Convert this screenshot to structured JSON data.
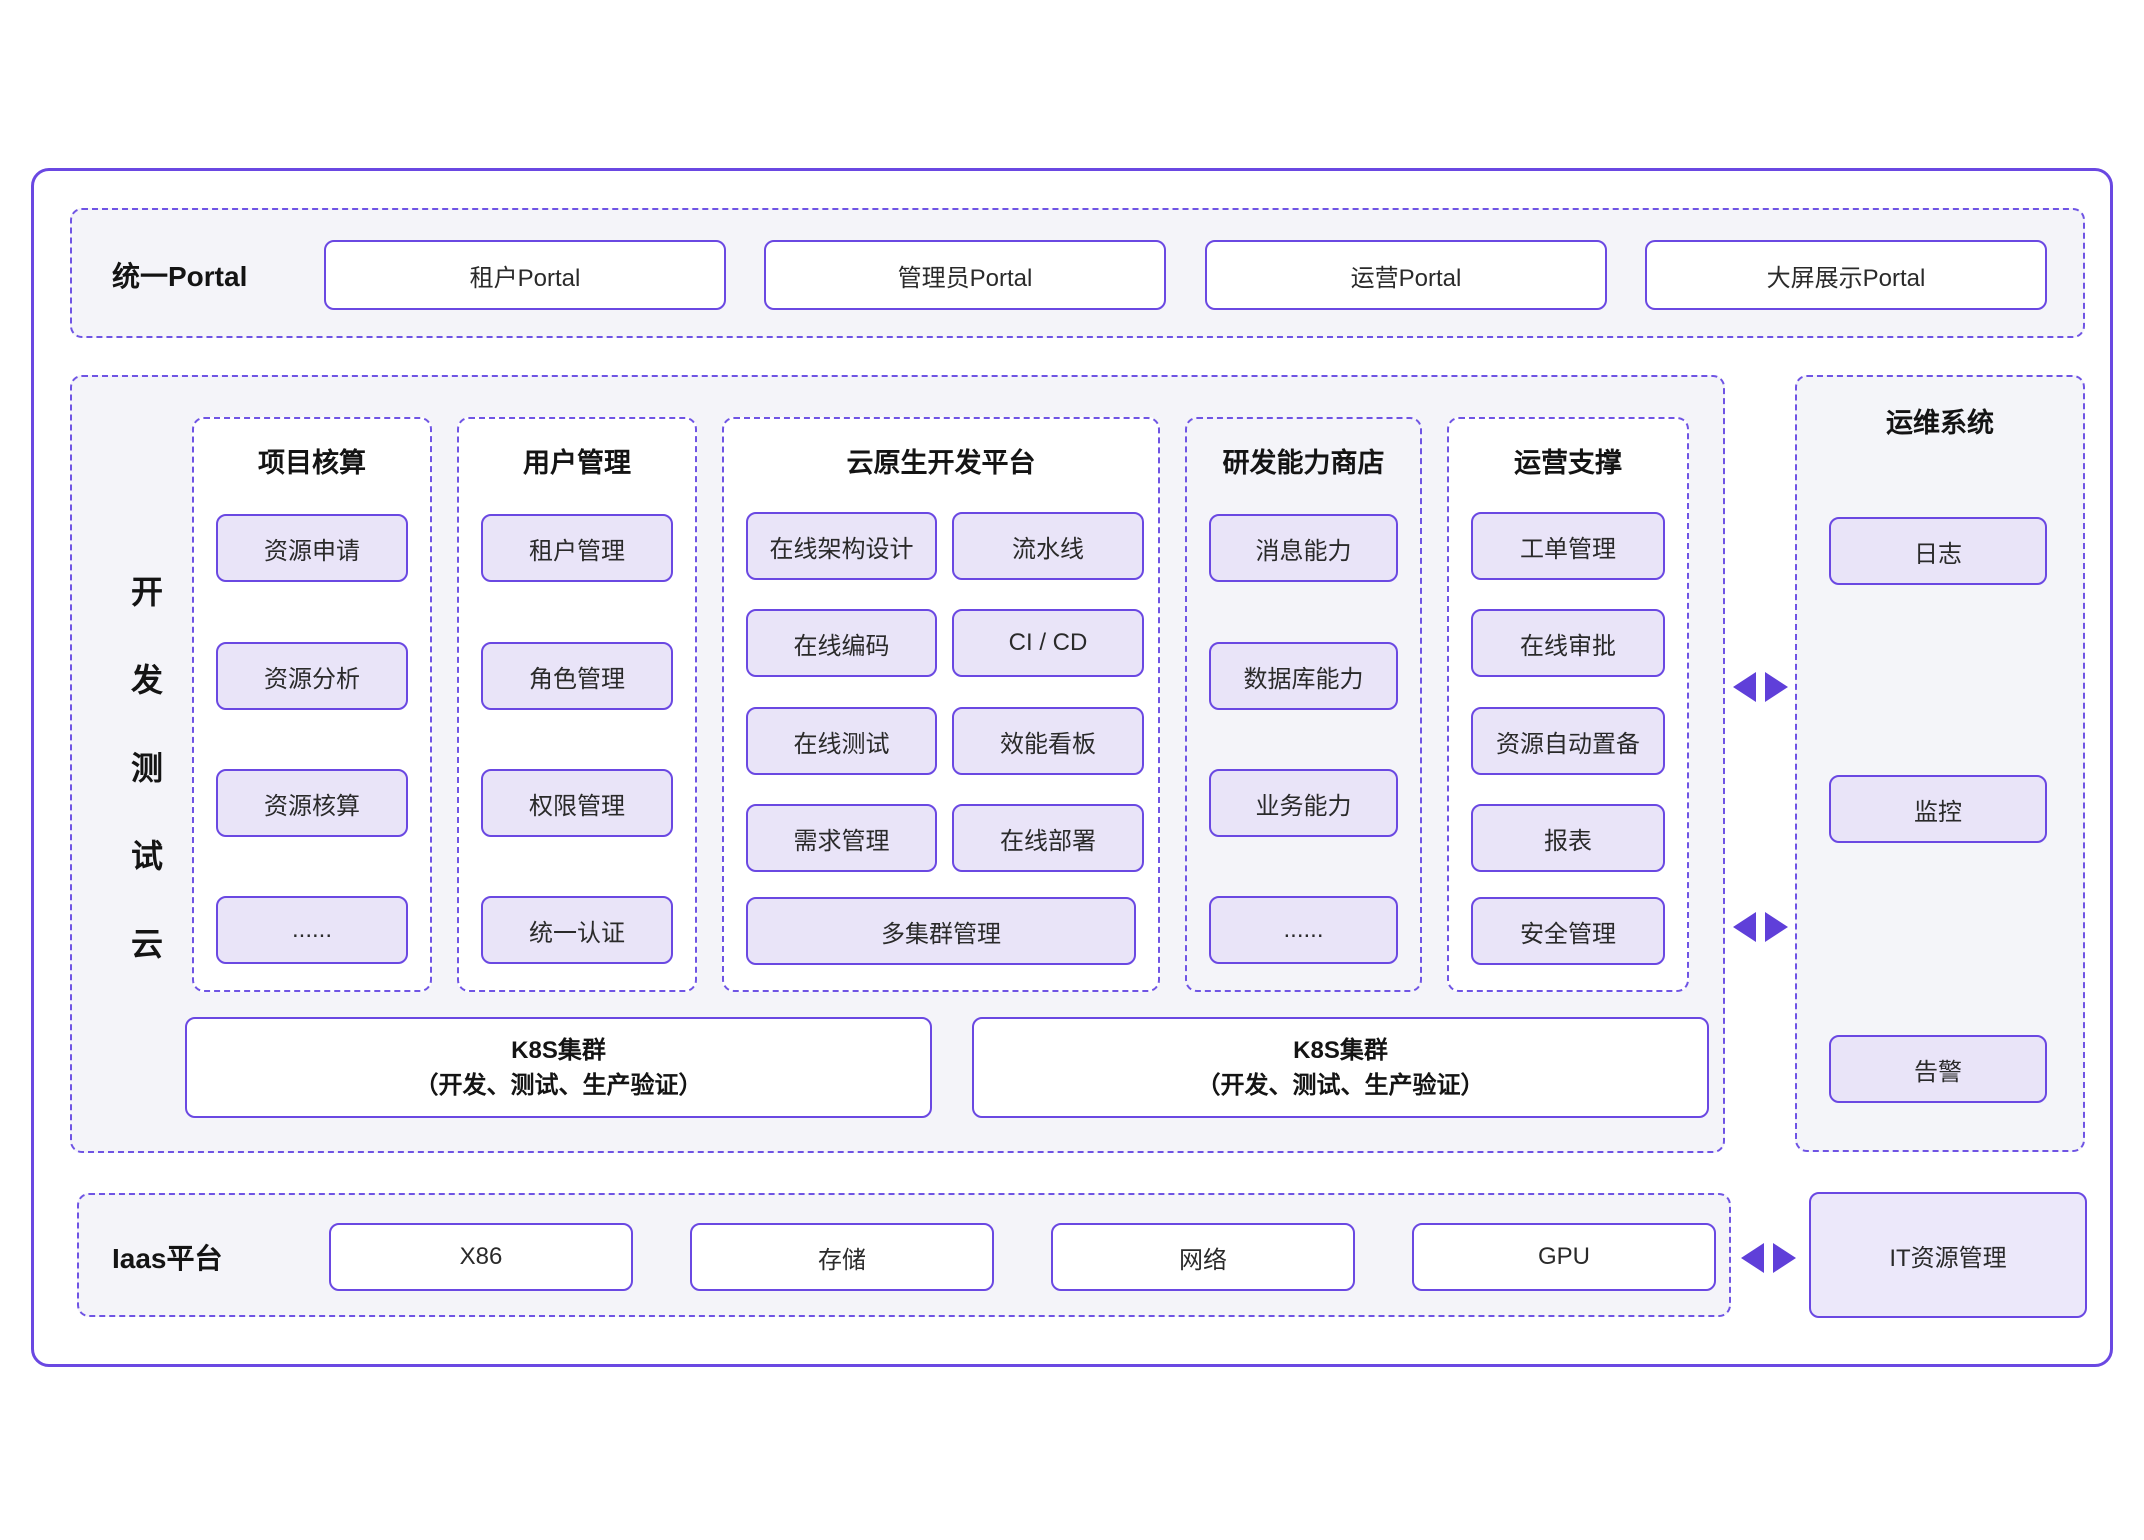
{
  "colors": {
    "accent": "#6A48E2",
    "arrow": "#5F3FD9",
    "item_fill": "#E9E4F8",
    "it_box_fill": "#ECE8FA",
    "section_fill": "#F4F4F9"
  },
  "portal": {
    "label": "统一Portal",
    "items": [
      "租户Portal",
      "管理员Portal",
      "运营Portal",
      "大屏展示Portal"
    ]
  },
  "dev_cloud": {
    "label": "开发测试云",
    "label_chars": [
      "开",
      "发",
      "测",
      "试",
      "云"
    ],
    "columns": [
      {
        "title": "项目核算",
        "items": [
          "资源申请",
          "资源分析",
          "资源核算",
          "......"
        ]
      },
      {
        "title": "用户管理",
        "items": [
          "租户管理",
          "角色管理",
          "权限管理",
          "统一认证"
        ]
      },
      {
        "title": "云原生开发平台",
        "items": [
          "在线架构设计",
          "流水线",
          "在线编码",
          "CI / CD",
          "在线测试",
          "效能看板",
          "需求管理",
          "在线部署"
        ],
        "full_item": "多集群管理"
      },
      {
        "title": "研发能力商店",
        "items": [
          "消息能力",
          "数据库能力",
          "业务能力",
          "......"
        ]
      },
      {
        "title": "运营支撑",
        "items": [
          "工单管理",
          "在线审批",
          "资源自动置备",
          "报表",
          "安全管理"
        ]
      }
    ],
    "k8s_clusters": [
      {
        "line1": "K8S集群",
        "line2": "（开发、测试、生产验证）"
      },
      {
        "line1": "K8S集群",
        "line2": "（开发、测试、生产验证）"
      }
    ]
  },
  "ops_system": {
    "title": "运维系统",
    "items": [
      "日志",
      "监控",
      "告警"
    ]
  },
  "iaas": {
    "label": "Iaas平台",
    "items": [
      "X86",
      "存储",
      "网络",
      "GPU"
    ]
  },
  "it_mgmt": {
    "label": "IT资源管理"
  }
}
